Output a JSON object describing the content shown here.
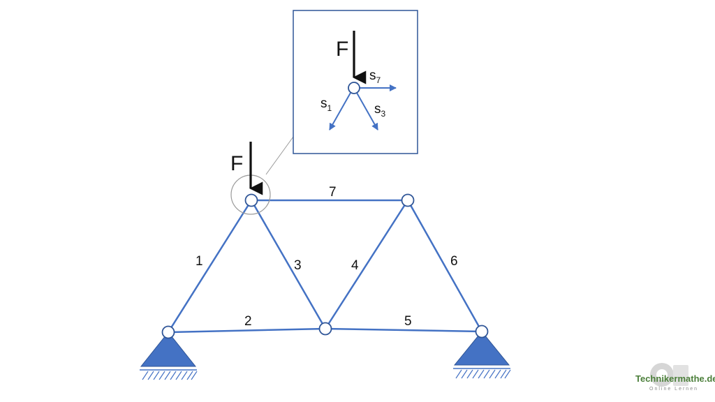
{
  "diagram": {
    "force_label": "F",
    "member_labels": [
      "1",
      "2",
      "3",
      "4",
      "5",
      "6",
      "7"
    ],
    "inset": {
      "force_label": "F",
      "vectors": [
        {
          "letter": "s",
          "sub": "7"
        },
        {
          "letter": "s",
          "sub": "1"
        },
        {
          "letter": "s",
          "sub": "3"
        }
      ]
    },
    "colors": {
      "member": "#4472c4",
      "node_stroke": "#2f5597",
      "force": "#111111",
      "callout": "#9a9a9a"
    }
  },
  "watermark": {
    "text": "Technikermathe.de",
    "subtext": "Online Lernen"
  }
}
